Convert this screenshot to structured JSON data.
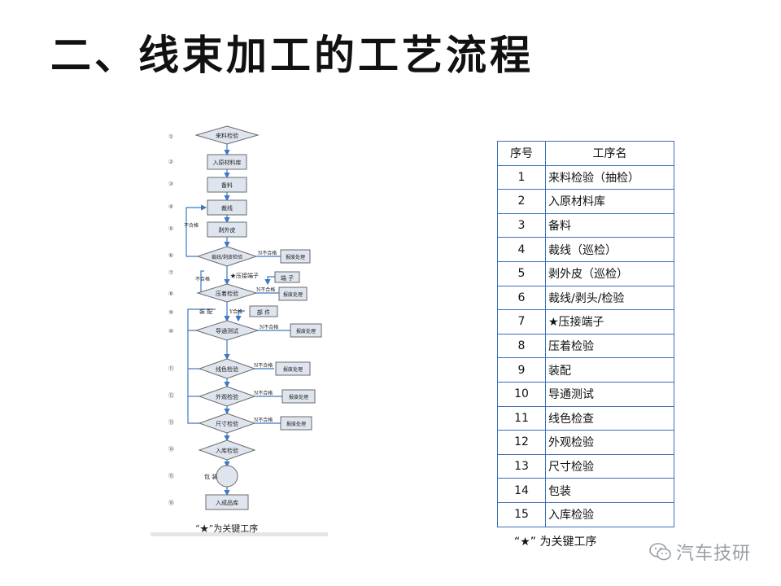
{
  "page": {
    "title": "二、线束加工的工艺流程"
  },
  "flowchart": {
    "row_numbers": [
      "①",
      "②",
      "③",
      "④",
      "⑤",
      "⑥",
      "⑦",
      "⑧",
      "⑨",
      "⑩",
      "⑪",
      "⑫",
      "⑬",
      "⑭",
      "⑮",
      "⑯"
    ],
    "nodes": {
      "incoming_inspect": "来料检验",
      "raw_store": "入原材料库",
      "prepare": "备料",
      "cut": "裁线",
      "strip": "剥外皮",
      "cut_strip_check": "裁线/剥皮检验",
      "crimp_check": "压着检验",
      "continuity": "导通测试",
      "color_check": "线色检验",
      "visual_check": "外观检验",
      "size_check": "尺寸检验",
      "store_check": "入库检验",
      "finished_store": "入成品库"
    },
    "side": {
      "terminal": "端 子",
      "parts": "部 件",
      "scrap1": "报废处理",
      "scrap2": "报废处理",
      "scrap3": "报废处理",
      "scrap4": "报废处理",
      "scrap5": "报废处理",
      "scrap6": "报废处理"
    },
    "labels": {
      "ng1": "N不合格",
      "ng2": "N不合格",
      "ng3": "N不合格",
      "ng4": "N不合格",
      "ng5": "N不合格",
      "ng6": "N不合格",
      "key_crimp": "★压接端子",
      "assemble": "装 配",
      "y_ok": "Y合格",
      "reject": "不合格",
      "reject_short": "不合格",
      "pack": "包 装"
    },
    "note": "“★”为关键工序"
  },
  "table": {
    "headers": [
      "序号",
      "工序名"
    ],
    "rows": [
      [
        "1",
        "来料检验（抽检）"
      ],
      [
        "2",
        "入原材料库"
      ],
      [
        "3",
        "备料"
      ],
      [
        "4",
        "裁线（巡检）"
      ],
      [
        "5",
        "剥外皮（巡检）"
      ],
      [
        "6",
        "裁线/剥头/检验"
      ],
      [
        "7",
        "★压接端子"
      ],
      [
        "8",
        "压着检验"
      ],
      [
        "9",
        "装配"
      ],
      [
        "10",
        "导通测试"
      ],
      [
        "11",
        "线色检查"
      ],
      [
        "12",
        "外观检验"
      ],
      [
        "13",
        "尺寸检验"
      ],
      [
        "14",
        "包装"
      ],
      [
        "15",
        "入库检验"
      ]
    ],
    "note": "“★”  为关键工序"
  },
  "watermark": {
    "text": "汽车技研"
  },
  "colors": {
    "table_border": "#3c6fb5",
    "flow_line": "#3c78c8",
    "shape_fill": "#dfe5ef"
  }
}
